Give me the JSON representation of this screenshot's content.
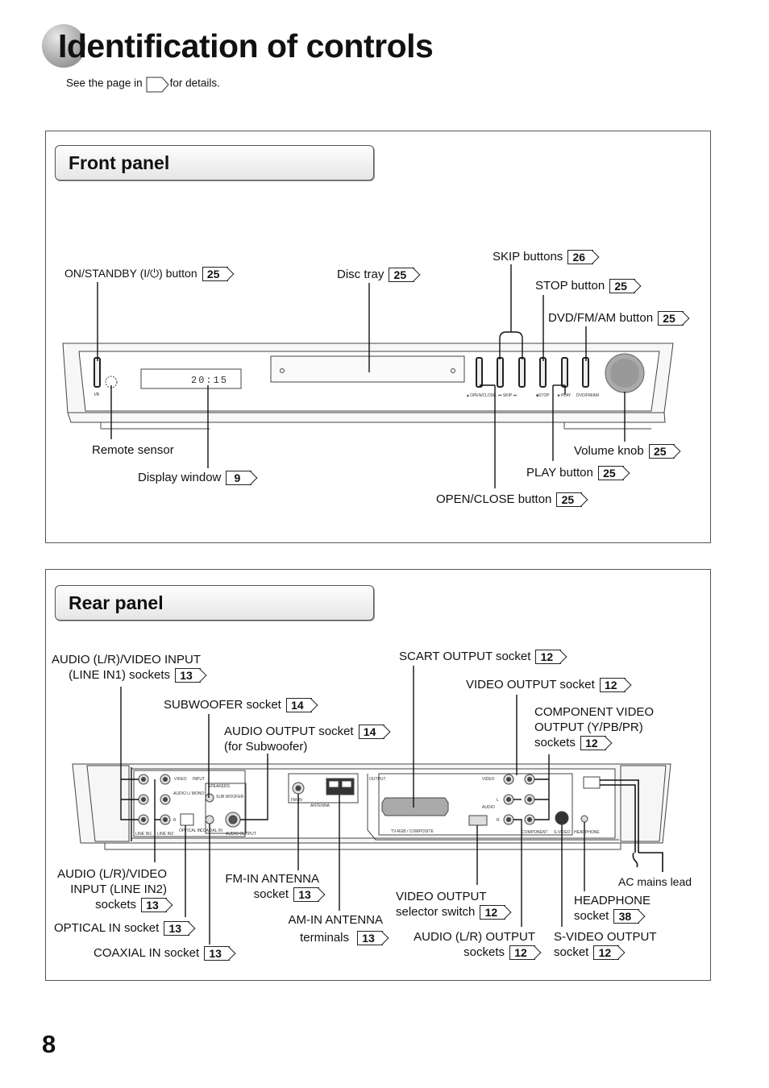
{
  "page": {
    "title": "Identification of controls",
    "subtitle_pre": "See the page in",
    "subtitle_post": "for details.",
    "page_number": "8"
  },
  "front_panel": {
    "heading": "Front panel",
    "display_text": "20:15",
    "device_labels": {
      "standby": "I/B",
      "open_close": "▲OPEN/CLOSE",
      "skip": "⏮ SKIP ⏭",
      "stop": "■STOP",
      "play": "►PLAY",
      "dvd_fm_am": "DVD/FM/AM"
    },
    "callouts": [
      {
        "id": "on-standby",
        "text": "ON/STANDBY (I/⏻) button",
        "page": "25"
      },
      {
        "id": "disc-tray",
        "text": "Disc tray",
        "page": "25"
      },
      {
        "id": "skip",
        "text": "SKIP buttons",
        "page": "26"
      },
      {
        "id": "stop",
        "text": "STOP button",
        "page": "25"
      },
      {
        "id": "dvd-fm-am",
        "text": "DVD/FM/AM button",
        "page": "25"
      },
      {
        "id": "remote-sensor",
        "text": "Remote sensor",
        "page": ""
      },
      {
        "id": "display-window",
        "text": "Display window",
        "page": "9"
      },
      {
        "id": "volume-knob",
        "text": "Volume knob",
        "page": "25"
      },
      {
        "id": "play",
        "text": "PLAY button",
        "page": "25"
      },
      {
        "id": "open-close",
        "text": "OPEN/CLOSE button",
        "page": "25"
      }
    ]
  },
  "rear_panel": {
    "heading": "Rear panel",
    "device_labels": {
      "video": "VIDEO",
      "input": "INPUT",
      "audio_lmono": "AUDIO L/ MONO",
      "r": "R",
      "line_in1": "LINE IN1",
      "line_in2": "LINE IN2",
      "speakers": "SPEAKERS",
      "sub_woofer": "SUB WOOFER",
      "optical_in": "OPTICAL IN",
      "coaxial_in": "COAXIAL IN",
      "audio_output": "AUDIO OUTPUT",
      "fm_in": "FM-IN",
      "antenna": "ANTENNA",
      "output": "OUTPUT",
      "tv_rgb": "TV-RGB / COMPOSITE",
      "out_video": "VIDEO",
      "out_audio": "AUDIO",
      "out_l": "L",
      "out_r": "R",
      "component": "COMPONENT",
      "s_video": "S-VIDEO",
      "headphone": "HEADPHONE"
    },
    "callouts": [
      {
        "id": "line-in1",
        "lines": [
          "AUDIO (L/R)/VIDEO INPUT",
          "(LINE IN1) sockets"
        ],
        "page": "13"
      },
      {
        "id": "scart",
        "lines": [
          "SCART OUTPUT socket"
        ],
        "page": "12"
      },
      {
        "id": "video-output",
        "lines": [
          "VIDEO OUTPUT socket"
        ],
        "page": "12"
      },
      {
        "id": "subwoofer",
        "lines": [
          "SUBWOOFER socket"
        ],
        "page": "14"
      },
      {
        "id": "audio-output-sub",
        "lines": [
          "AUDIO OUTPUT socket",
          "(for Subwoofer)"
        ],
        "page": "14"
      },
      {
        "id": "component",
        "lines": [
          "COMPONENT VIDEO",
          "OUTPUT (Y/PB/PR)",
          "sockets"
        ],
        "page": "12"
      },
      {
        "id": "line-in2",
        "lines": [
          "AUDIO (L/R)/VIDEO",
          "INPUT (LINE IN2)",
          "sockets"
        ],
        "page": "13"
      },
      {
        "id": "fm-in",
        "lines": [
          "FM-IN ANTENNA",
          "socket"
        ],
        "page": "13"
      },
      {
        "id": "ac-mains",
        "lines": [
          "AC mains lead"
        ],
        "page": ""
      },
      {
        "id": "headphone",
        "lines": [
          "HEADPHONE",
          "socket"
        ],
        "page": "38"
      },
      {
        "id": "video-selector",
        "lines": [
          "VIDEO OUTPUT",
          "selector switch"
        ],
        "page": "12"
      },
      {
        "id": "optical-in",
        "lines": [
          "OPTICAL IN socket"
        ],
        "page": "13"
      },
      {
        "id": "am-in",
        "lines": [
          "AM-IN ANTENNA",
          "terminals"
        ],
        "page": "13"
      },
      {
        "id": "audio-lr-output",
        "lines": [
          "AUDIO (L/R) OUTPUT",
          "sockets"
        ],
        "page": "12"
      },
      {
        "id": "s-video",
        "lines": [
          "S-VIDEO OUTPUT",
          "socket"
        ],
        "page": "12"
      },
      {
        "id": "coaxial-in",
        "lines": [
          "COAXIAL IN socket"
        ],
        "page": "13"
      }
    ]
  }
}
